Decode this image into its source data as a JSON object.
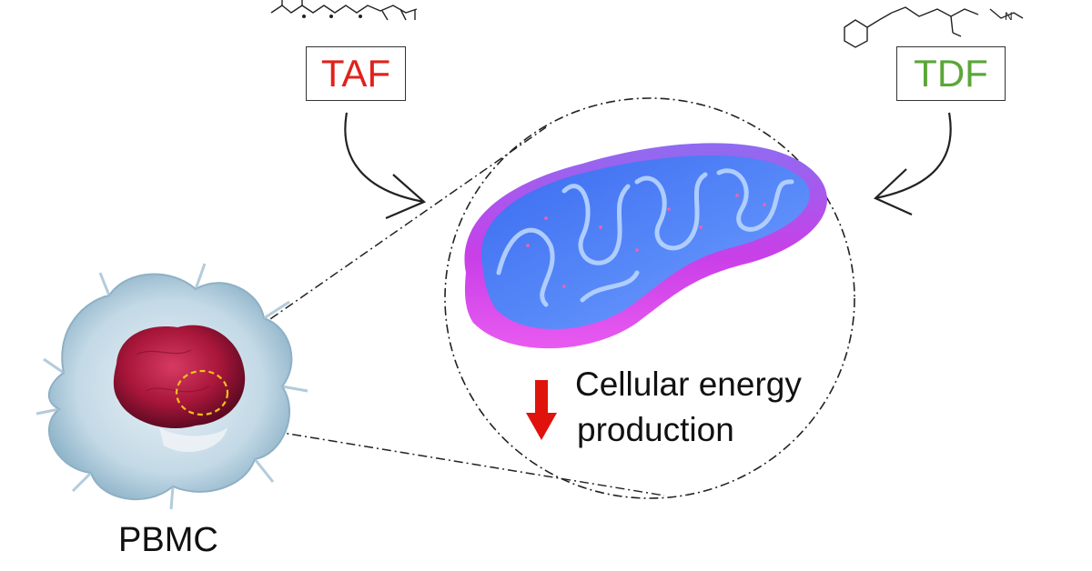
{
  "drugs": {
    "taf": {
      "label": "TAF",
      "color": "#e0221c"
    },
    "tdf": {
      "label": "TDF",
      "color": "#5ba638"
    }
  },
  "structure_atoms": {
    "tdf_n": "N"
  },
  "effect": {
    "line1": "Cellular energy",
    "line2": "production",
    "direction": "decrease",
    "arrow_color": "#e0120c"
  },
  "cell": {
    "label": "PBMC"
  },
  "colors": {
    "mito_outer": "#c63ee6",
    "mito_inner": "#4b84ff",
    "cell_nucleus": "#a8163a",
    "cell_membrane": "#a9c6d8",
    "highlight_circle": "#f2c21a"
  }
}
